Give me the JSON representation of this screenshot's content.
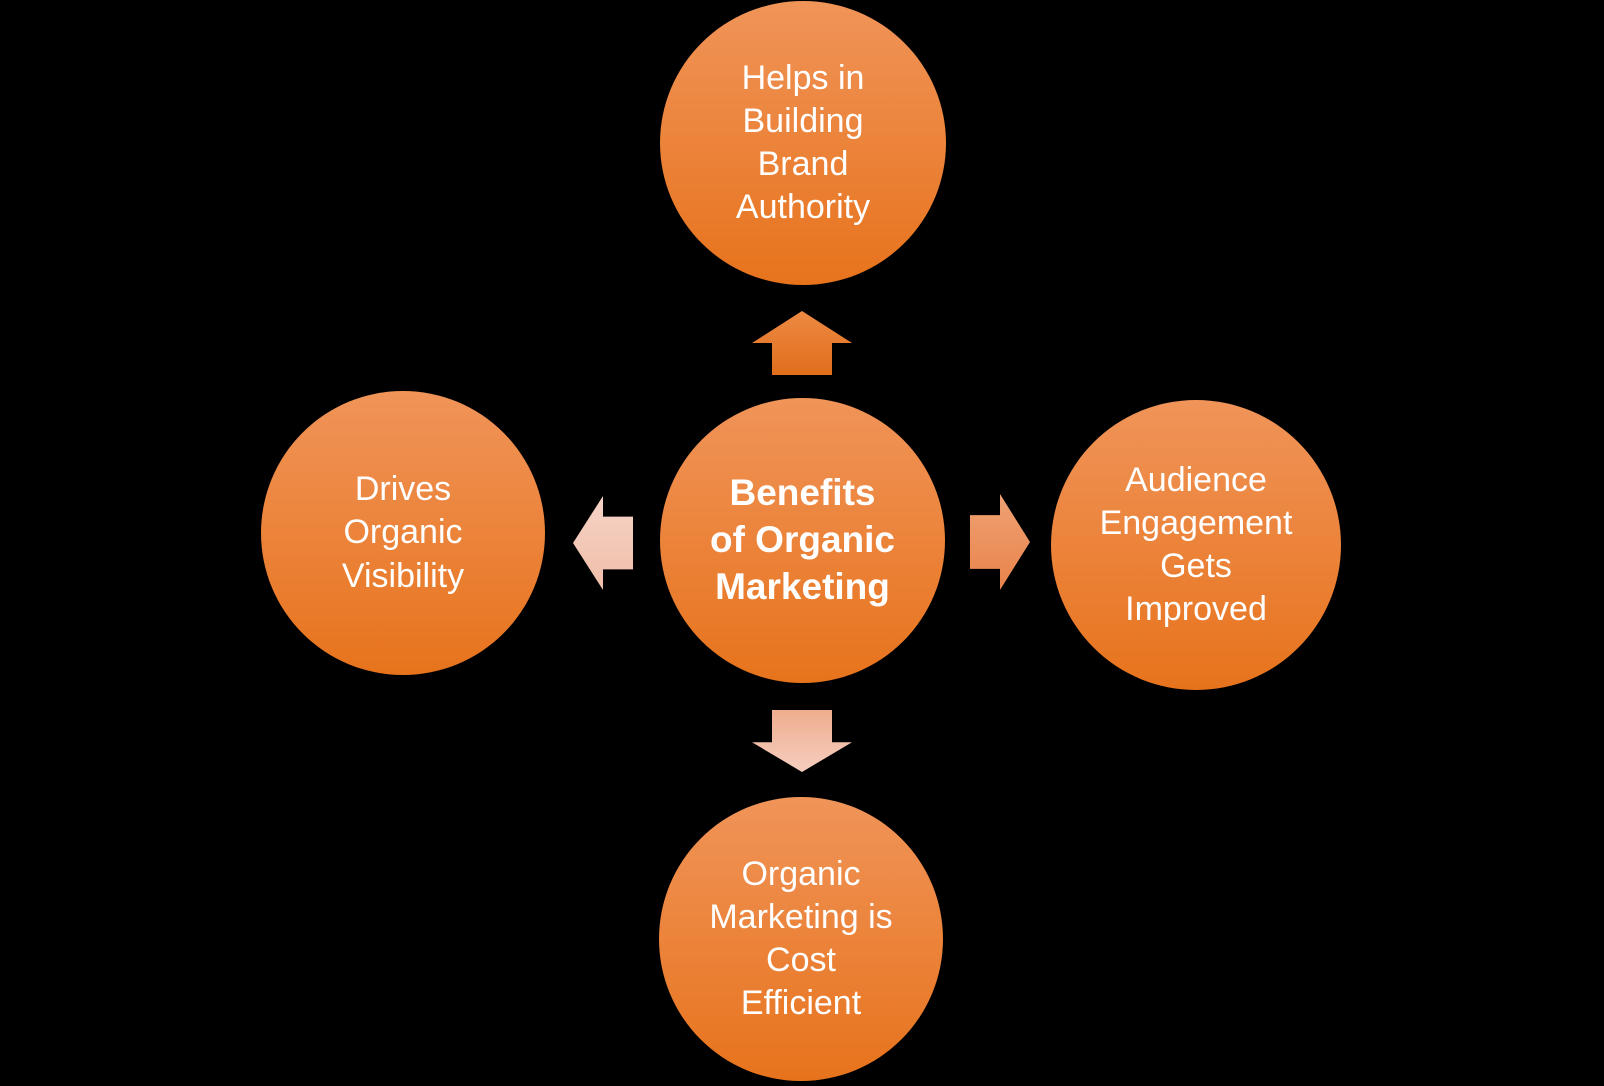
{
  "diagram": {
    "center": {
      "id": "center",
      "label": "Benefits\nof Organic\nMarketing"
    },
    "nodes": [
      {
        "id": "top",
        "label": "Helps in\nBuilding\nBrand\nAuthority"
      },
      {
        "id": "right",
        "label": "Audience\nEngagement\nGets\nImproved"
      },
      {
        "id": "bottom",
        "label": "Organic\nMarketing is\nCost\nEfficient"
      },
      {
        "id": "left",
        "label": "Drives\nOrganic\nVisibility"
      }
    ],
    "arrows": [
      {
        "direction": "up",
        "from": "center",
        "to": "top"
      },
      {
        "direction": "right",
        "from": "center",
        "to": "right"
      },
      {
        "direction": "down",
        "from": "center",
        "to": "bottom"
      },
      {
        "direction": "left",
        "from": "center",
        "to": "left"
      }
    ]
  },
  "colors": {
    "background": "#000000",
    "text": "#FFFFFF",
    "circle_top": "#F09459",
    "circle_bottom": "#E7731C",
    "arrow_up_top": "#ED8A43",
    "arrow_up_bottom": "#E06E1C",
    "arrow_right_top": "#F0A173",
    "arrow_right_bottom": "#E8834B",
    "arrow_down_top": "#EFAD8E",
    "arrow_down_bottom": "#F5CEBF",
    "arrow_left_top": "#F6D3C6",
    "arrow_left_bottom": "#EFBEA9"
  }
}
